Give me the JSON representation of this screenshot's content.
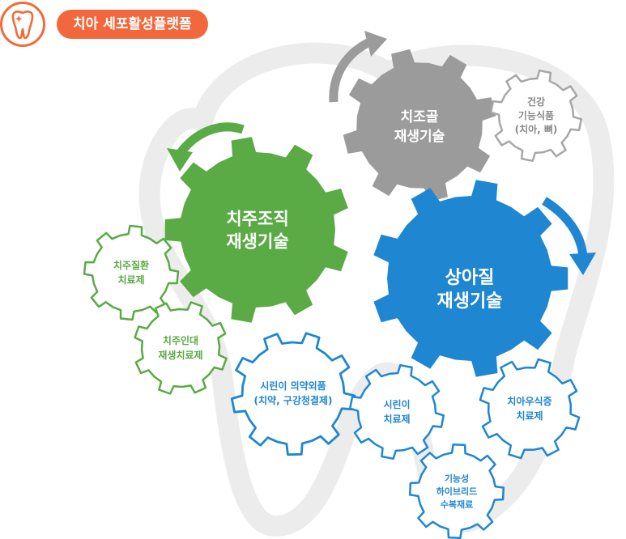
{
  "header": {
    "title": "치아 세포활성플랫폼",
    "icon": "tooth-icon",
    "accent_color": "#f2683c"
  },
  "colors": {
    "green": "#5aaa45",
    "blue": "#1f86d2",
    "gray": "#9b9b9b",
    "light_gray_outline": "#a7a7a7",
    "tooth_outline": "#ececec"
  },
  "gears": {
    "periodontal": {
      "line1": "치주조직",
      "line2": "재생기술"
    },
    "alveolar_bone": {
      "line1": "치조골",
      "line2": "재생기술"
    },
    "dentin": {
      "line1": "상아질",
      "line2": "재생기술"
    }
  },
  "small_gears": {
    "health_food": {
      "line1": "건강",
      "line2": "기능식품",
      "line3": "(치아, 뼈)"
    },
    "periodontitis": {
      "line1": "치주질환",
      "line2": "치료제"
    },
    "ligament": {
      "line1": "치주인대",
      "line2": "재생치료제"
    },
    "quasi_drug": {
      "line1": "시린이 의약외품",
      "line2": "(치약, 구강청결제)"
    },
    "sensitive": {
      "line1": "시린이",
      "line2": "치료제"
    },
    "hybrid": {
      "line1": "기능성",
      "line2": "하이브리드",
      "line3": "수복재료"
    },
    "caries": {
      "line1": "치아우식증",
      "line2": "치료제"
    }
  }
}
